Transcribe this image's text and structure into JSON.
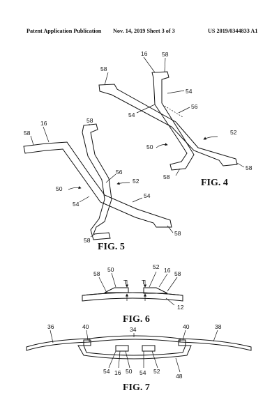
{
  "header": {
    "left": "Patent Application Publication",
    "middle": "Nov. 14, 2019  Sheet 3 of 3",
    "right": "US 2019/0344833 A1"
  },
  "figures": {
    "fig4": {
      "caption": "FIG. 4",
      "labels": [
        "16",
        "58",
        "58",
        "54",
        "54",
        "56",
        "52",
        "50",
        "58",
        "58"
      ]
    },
    "fig5": {
      "caption": "FIG. 5",
      "labels": [
        "58",
        "16",
        "58",
        "56",
        "52",
        "50",
        "54",
        "54",
        "58",
        "58"
      ]
    },
    "fig6": {
      "caption": "FIG. 6",
      "labels": [
        "58",
        "50",
        "T",
        "T",
        "52",
        "16",
        "58",
        "12"
      ]
    },
    "fig7": {
      "caption": "FIG. 7",
      "labels": [
        "36",
        "40",
        "34",
        "40",
        "38",
        "54",
        "16",
        "50",
        "54",
        "52",
        "48"
      ]
    }
  },
  "colors": {
    "ink": "#111111",
    "paper": "#ffffff"
  }
}
